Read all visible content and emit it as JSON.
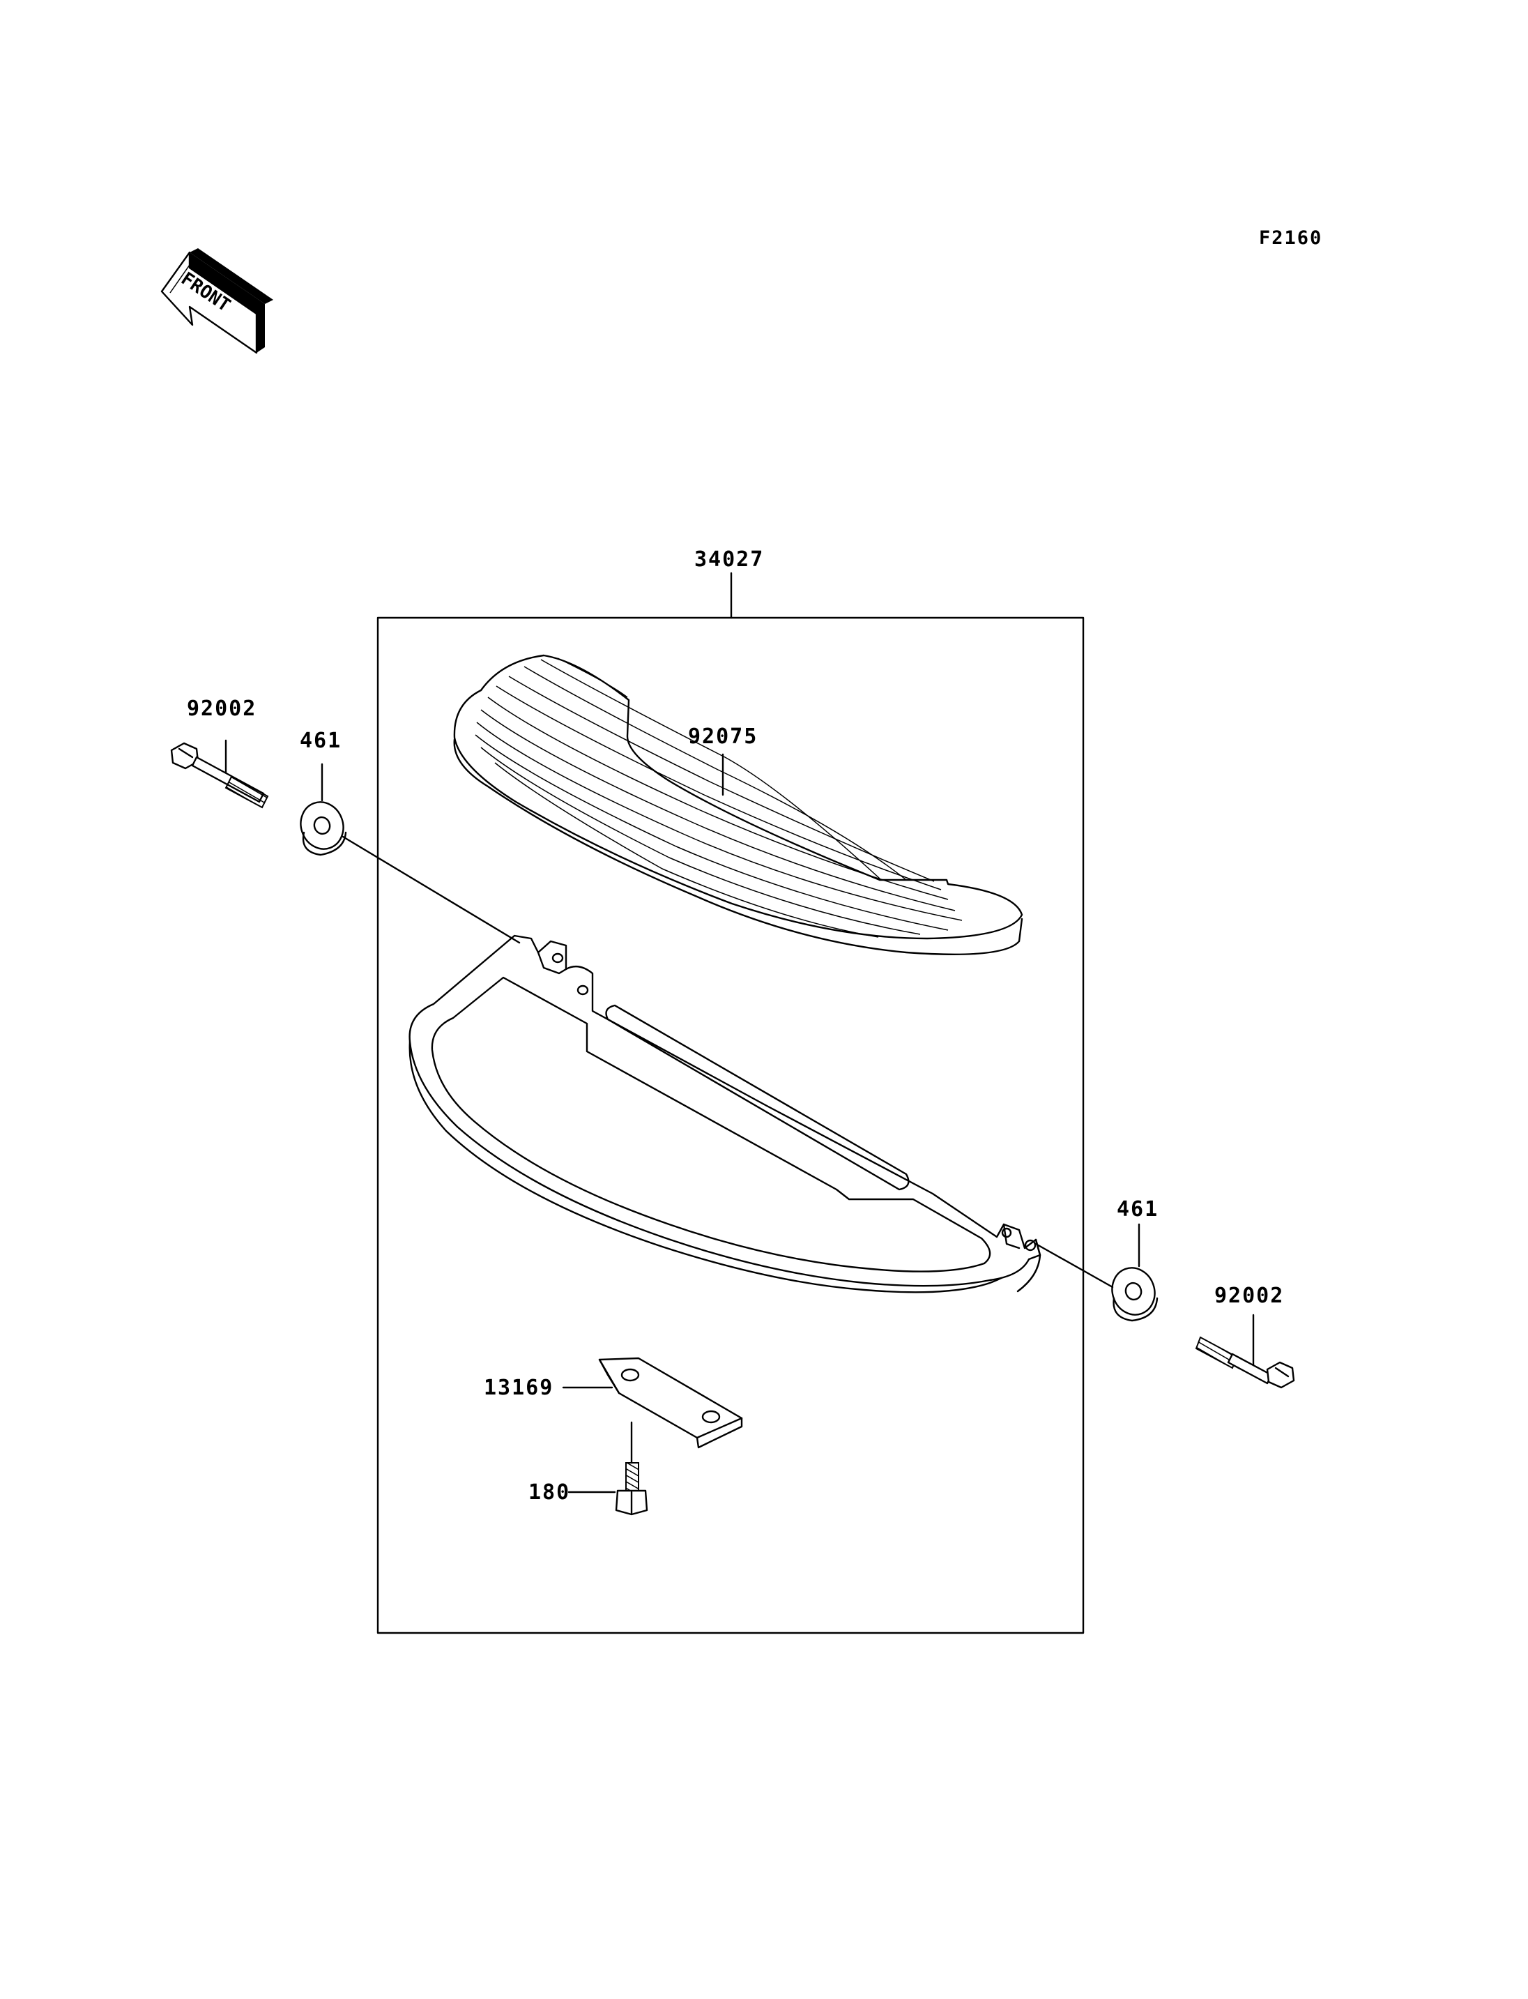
{
  "figure_code": "F2160",
  "front_indicator": {
    "label": "FRONT",
    "icon": "front-direction-arrow-icon"
  },
  "assembly": {
    "part_number": "34027"
  },
  "callouts": {
    "floorboard_mat": "92075",
    "bolt_left": "92002",
    "washer_left": "461",
    "washer_right": "461",
    "bolt_right": "92002",
    "bracket_plate": "13169",
    "screw": "180"
  },
  "colors": {
    "line": "#000000",
    "background": "#ffffff"
  }
}
